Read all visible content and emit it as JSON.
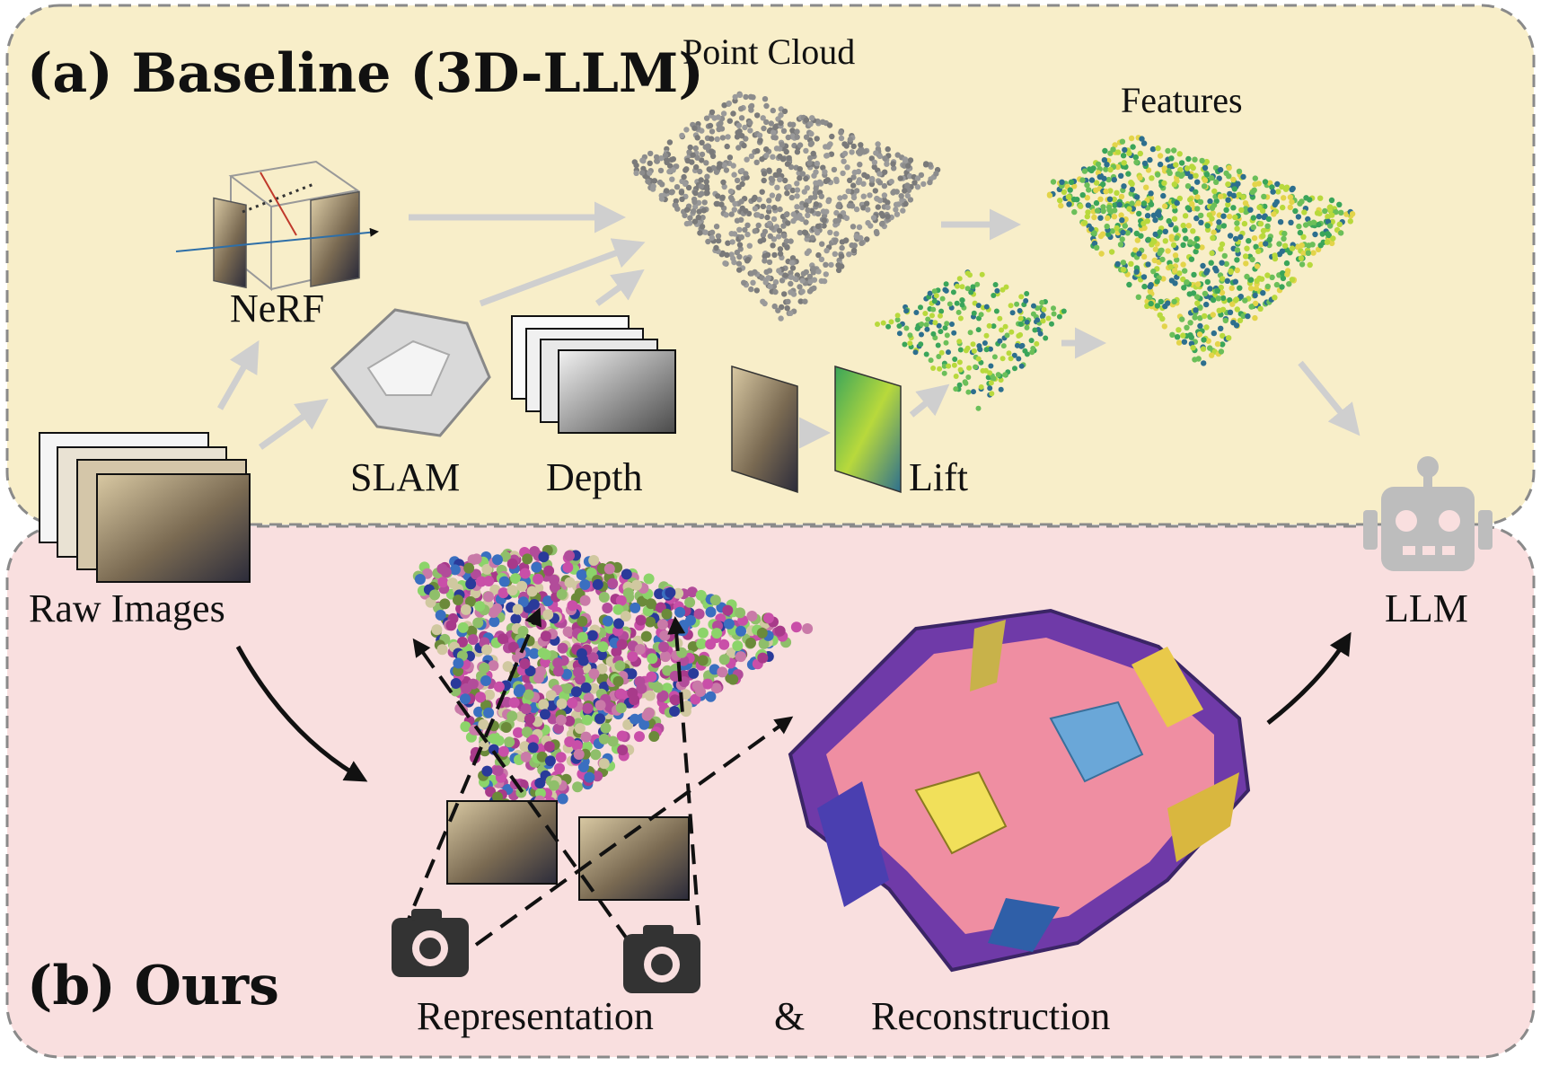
{
  "panel_a": {
    "title": "(a) Baseline (3D-LLM)",
    "labels": {
      "point_cloud": "Point Cloud",
      "features": "Features",
      "nerf": "NeRF",
      "slam": "SLAM",
      "depth": "Depth",
      "lift": "Lift"
    },
    "colors": {
      "background": "#f8eec9",
      "border": "#8a8a8a"
    }
  },
  "panel_b": {
    "title": "(b) Ours",
    "labels": {
      "representation": "Representation",
      "ampersand": "&",
      "reconstruction": "Reconstruction"
    },
    "colors": {
      "background": "#f9dfdf",
      "border": "#8a8a8a"
    }
  },
  "shared": {
    "raw_images": "Raw Images",
    "llm": "LLM",
    "icons": [
      "nerf-cube-icon",
      "camera-icon",
      "robot-icon",
      "point-cloud-icon",
      "room-mesh-icon"
    ]
  }
}
